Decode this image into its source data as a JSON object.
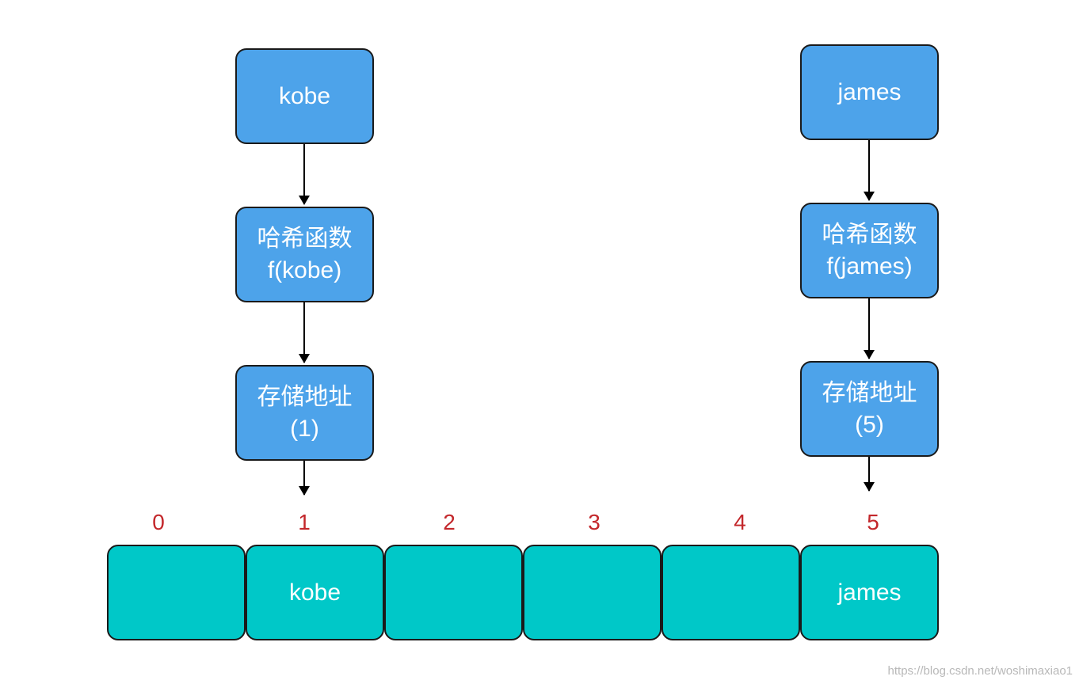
{
  "flows": [
    {
      "key_label": "kobe",
      "hash_line1": "哈希函数",
      "hash_line2": "f(kobe)",
      "addr_line1": "存储地址",
      "addr_line2": "(1)"
    },
    {
      "key_label": "james",
      "hash_line1": "哈希函数",
      "hash_line2": "f(james)",
      "addr_line1": "存储地址",
      "addr_line2": "(5)"
    }
  ],
  "array": {
    "indices": [
      "0",
      "1",
      "2",
      "3",
      "4",
      "5"
    ],
    "cells": [
      "",
      "kobe",
      "",
      "",
      "",
      "james"
    ]
  },
  "colors": {
    "node_fill": "#4da3ea",
    "cell_fill": "#00c8c8",
    "index_text": "#c3272b"
  },
  "watermark": "https://blog.csdn.net/woshimaxiao1"
}
